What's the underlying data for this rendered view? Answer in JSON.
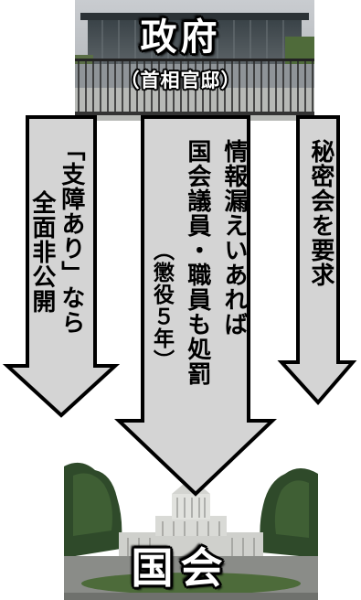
{
  "government": {
    "title": "政府",
    "subtitle": "（首相官邸）"
  },
  "diet": {
    "title": "国会"
  },
  "arrows": {
    "left": {
      "line1": "「支障あり」なら",
      "line2": "全面非公開"
    },
    "center": {
      "line1": "情報漏えいあれば",
      "line2": "国会議員・職員も処罰",
      "line3": "（懲役５年）"
    },
    "right": {
      "line1": "秘密会を要求"
    }
  },
  "colors": {
    "arrow_fill": "#d4d4d4",
    "arrow_stroke": "#000000",
    "title_text": "#ffffff"
  }
}
